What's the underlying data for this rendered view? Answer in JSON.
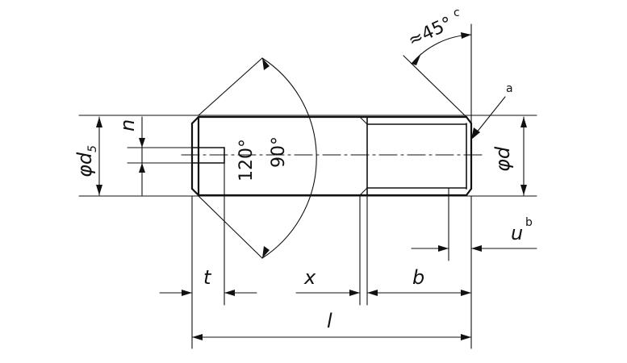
{
  "labels": {
    "diameter_d5": "φd",
    "diameter_d5_sub": "5",
    "slot_n": "n",
    "angle_120": "120°",
    "angle_90": "90°",
    "approx_45": "≈45°",
    "note_c": "c",
    "note_a": "a",
    "diameter_d": "φd",
    "u": "u",
    "note_b": "b",
    "t": "t",
    "x": "x",
    "b": "b",
    "l": "l"
  }
}
